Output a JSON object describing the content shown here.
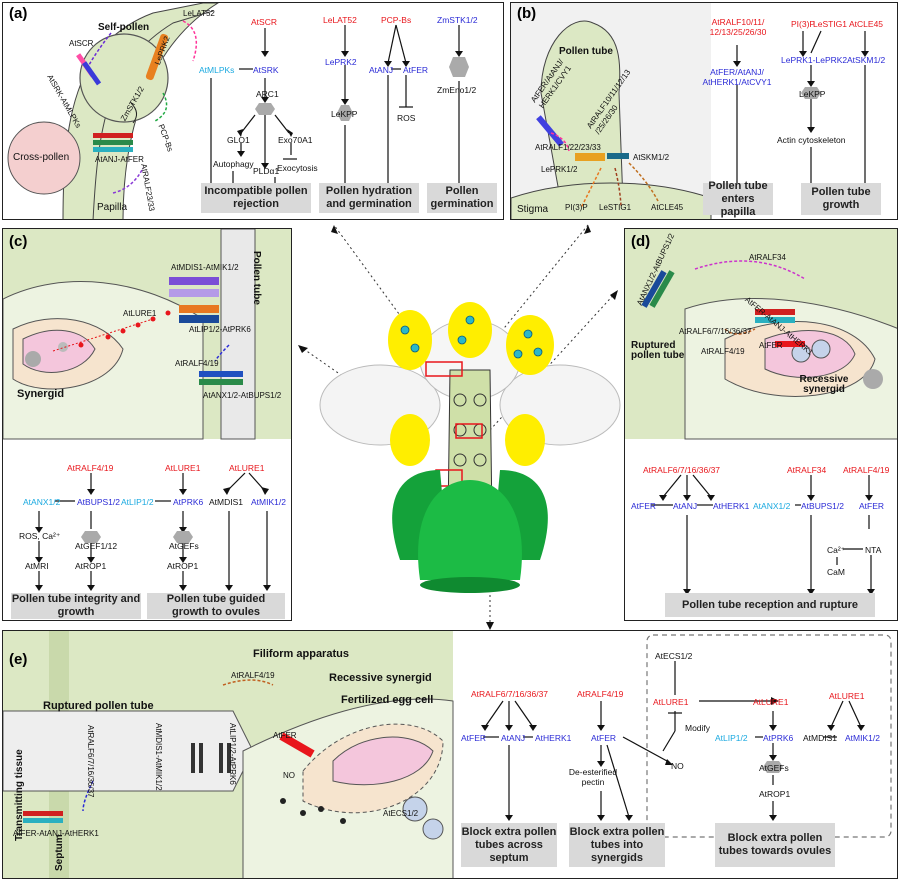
{
  "panel_labels": {
    "a": "(a)",
    "b": "(b)",
    "c": "(c)",
    "d": "(d)",
    "e": "(e)"
  },
  "a": {
    "self_pollen": "Self-pollen",
    "cross_pollen": "Cross-pollen",
    "papilla": "Papilla",
    "atscr": "AtSCR",
    "atsrk_atmlpks": "AtSRK-AtMLPKs",
    "leprk2": "LePRK2",
    "lelat52": "LeLAT52",
    "zmstk": "ZmSTK1/2",
    "pcp_bs": "PCP-Bs",
    "atanj_atfer": "AtANJ-AtFER",
    "atralf23_33": "AtRALF23/33",
    "p_atscr": "AtSCR",
    "p_atmlpks": "AtMLPKs",
    "p_atsrk": "AtSRK",
    "p_arc1": "ARC1",
    "p_glo1": "GLO1",
    "p_exo70a1": "Exo70A1",
    "p_pld": "PLDα1",
    "p_autophagy": "Autophagy",
    "p_exocytosis": "Exocytosis",
    "p_lelat52": "LeLAT52",
    "p_leprk2": "LePRK2",
    "p_lekpp": "LeKPP",
    "p_pcpbs": "PCP-Bs",
    "p_atanj": "AtANJ",
    "p_atfer": "AtFER",
    "p_ros": "ROS",
    "p_zmstk": "ZmSTK1/2",
    "p_zmeno": "ZmEno1/2",
    "box1": "Incompatible pollen rejection",
    "box2": "Pollen hydration and germination",
    "box3": "Pollen germination"
  },
  "b": {
    "pollen_tube": "Pollen tube",
    "stigma": "Stigma",
    "pi3p": "PI(3)P",
    "lestig1": "LeSTIG1",
    "atcle45": "AtCLE45",
    "atfer_group": "AtFER/AtANJ/\nHERK1/CVY1",
    "atralf_top": "AtRALF10/11/12/13\n/25/26/30",
    "atralf1": "AtRALF1/22/23/33",
    "leprk12": "LePRK1/2",
    "atskm12": "AtSKM1/2",
    "p_atralf": "AtRALF10/11/\n12/13/25/26/30",
    "p_atfer": "AtFER/AtANJ/\nAtHERK1/AtCVY1",
    "p_pi3p": "PI(3)P",
    "p_lestig1": "LeSTIG1",
    "p_atcle45": "AtCLE45",
    "p_leprk": "LePRK1-LePRK2",
    "p_atskm": "AtSKM1/2",
    "p_lekpp": "LeKPP",
    "p_actin": "Actin cytoskeleton",
    "box1": "Pollen tube enters papilla",
    "box2": "Pollen tube growth"
  },
  "c": {
    "pollen_tube": "Pollen tube",
    "synergid": "Synergid",
    "atlure1": "AtLURE1",
    "atmdis": "AtMDIS1-AtMIK1/2",
    "atlip": "AtLIP1/2-AtPRK6",
    "atralf419": "AtRALF4/19",
    "atanx": "AtANX1/2-AtBUPS1/2",
    "p_atralf419": "AtRALF4/19",
    "p_atanx": "AtANX1/2",
    "p_atbups": "AtBUPS1/2",
    "p_ros": "ROS, Ca²⁺",
    "p_atgef": "AtGEF1/12",
    "p_atmri": "AtMRI",
    "p_atrop1": "AtROP1",
    "p_atlure1a": "AtLURE1",
    "p_atlure1b": "AtLURE1",
    "p_atlip": "AtLIP1/2",
    "p_atprk6": "AtPRK6",
    "p_atgefs": "AtGEFs",
    "p_atrop1b": "AtROP1",
    "p_atmdis": "AtMDIS1",
    "p_atmik": "AtMIK1/2",
    "box1": "Pollen tube integrity and growth",
    "box2": "Pollen tube guided growth to ovules"
  },
  "d": {
    "atralf34": "AtRALF34",
    "atanx": "AtANX1/2-AtBUPS1/2",
    "atfer": "AtFER-AtANJ-AtHERK1",
    "atralf6": "AtRALF6/7/16/36/37",
    "atralf419": "AtRALF4/19",
    "atfer2": "AtFER",
    "ruptured": "Ruptured\npollen tube",
    "recessive": "Recessive\nsynergid",
    "p_atralf6": "AtRALF6/7/16/36/37",
    "p_atralf34": "AtRALF34",
    "p_atralf419": "AtRALF4/19",
    "p_atfer": "AtFER",
    "p_atanj": "AtANJ",
    "p_atherk1": "AtHERK1",
    "p_atanx": "AtANX1/2",
    "p_atbups": "AtBUPS1/2",
    "p_atfer2": "AtFER",
    "p_ca": "Ca²⁺",
    "p_nta": "NTA",
    "p_cam": "CaM",
    "box": "Pollen tube reception and rupture"
  },
  "e": {
    "filiform": "Filiform apparatus",
    "recessive": "Recessive synergid",
    "fertilized": "Fertilized egg cell",
    "ruptured": "Ruptured pollen tube",
    "transmitting": "Transmitting tissue",
    "septum": "Septum",
    "atralf6v": "AtRALF6/7/16/36/37",
    "atfer_anj": "AtFER-AtANJ-AtHERK1",
    "atmdis": "AtMDIS1-AtMIK1/2",
    "atlip": "AtLIP1/2-AtPRK6",
    "atralf419": "AtRALF4/19",
    "atfer": "AtFER",
    "no": "NO",
    "atecs": "AtECS1/2",
    "p_atralf6": "AtRALF6/7/16/36/37",
    "p_atralf419": "AtRALF4/19",
    "p_atecs": "AtECS1/2",
    "p_atlure1": "AtLURE1",
    "p_modify": "Modify",
    "p_atfer": "AtFER",
    "p_atanj": "AtANJ",
    "p_atherk1": "AtHERK1",
    "p_atfer2": "AtFER",
    "p_no": "NO",
    "p_pectin": "De-esterified\npectin",
    "p_atlure1b": "AtLURE1",
    "p_atlure1c": "AtLURE1",
    "p_atlip": "AtLIP1/2",
    "p_atprk6": "AtPRK6",
    "p_atmdis": "AtMDIS1",
    "p_atmik": "AtMIK1/2",
    "p_atgefs": "AtGEFs",
    "p_atrop1": "AtROP1",
    "box1": "Block extra pollen tubes across septum",
    "box2": "Block extra pollen tubes into synergids",
    "box3": "Block extra pollen tubes towards ovules"
  },
  "colors": {
    "red": "#e8161c",
    "blue": "#2b2bd6",
    "cyan": "#1aa9e0",
    "box": "#d9d9d9",
    "tissue": "#dce8c4",
    "yellow": "#ffee00",
    "green": "#1aa33c"
  }
}
